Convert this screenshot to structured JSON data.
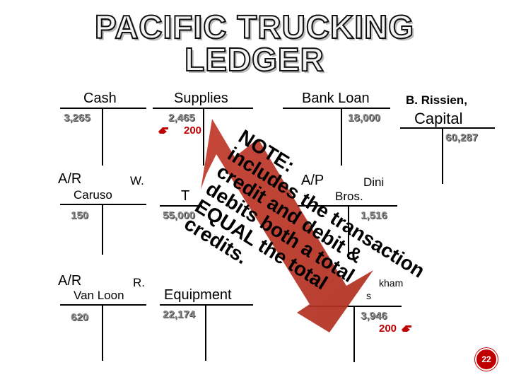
{
  "title": {
    "line1": "PACIFIC TRUCKING",
    "line2": "LEDGER"
  },
  "accounts": {
    "cash": {
      "name": "Cash",
      "value": "3,265"
    },
    "supplies": {
      "name": "Supplies",
      "value": "2,465",
      "entry": "200"
    },
    "bank_loan": {
      "name": "Bank Loan",
      "value": "18,000"
    },
    "capital": {
      "name_line1": "B. Rissien,",
      "name_line2": "Capital",
      "value": "60,287"
    },
    "ar_caruso": {
      "name_a": "A/R",
      "name_b": "W.",
      "name_c": "Caruso",
      "value": "150"
    },
    "trucks": {
      "name": "T",
      "value": "55,000"
    },
    "ap_dini": {
      "name_a": "A/P",
      "name_b": "Dini",
      "name_c": "Bros.",
      "value": "1,516"
    },
    "ar_vanloon": {
      "name_a": "A/R",
      "name_b": "R.",
      "name_c": "Van Loon",
      "value": "620"
    },
    "equipment": {
      "name": "Equipment",
      "value": "22,174"
    },
    "ap_hinkham": {
      "name_a": "kham",
      "name_b": "s",
      "value": "3,946",
      "entry": "200"
    }
  },
  "note": {
    "lines": [
      "NOTE:",
      "includes the transaction",
      "credit and debit &",
      "debits both a total",
      "EQUAL the total",
      "credits."
    ]
  },
  "slide_number": "22",
  "colors": {
    "arrow": "#c0392b",
    "hand_icon": "#c00000",
    "numbers": "#8a8a8a"
  }
}
